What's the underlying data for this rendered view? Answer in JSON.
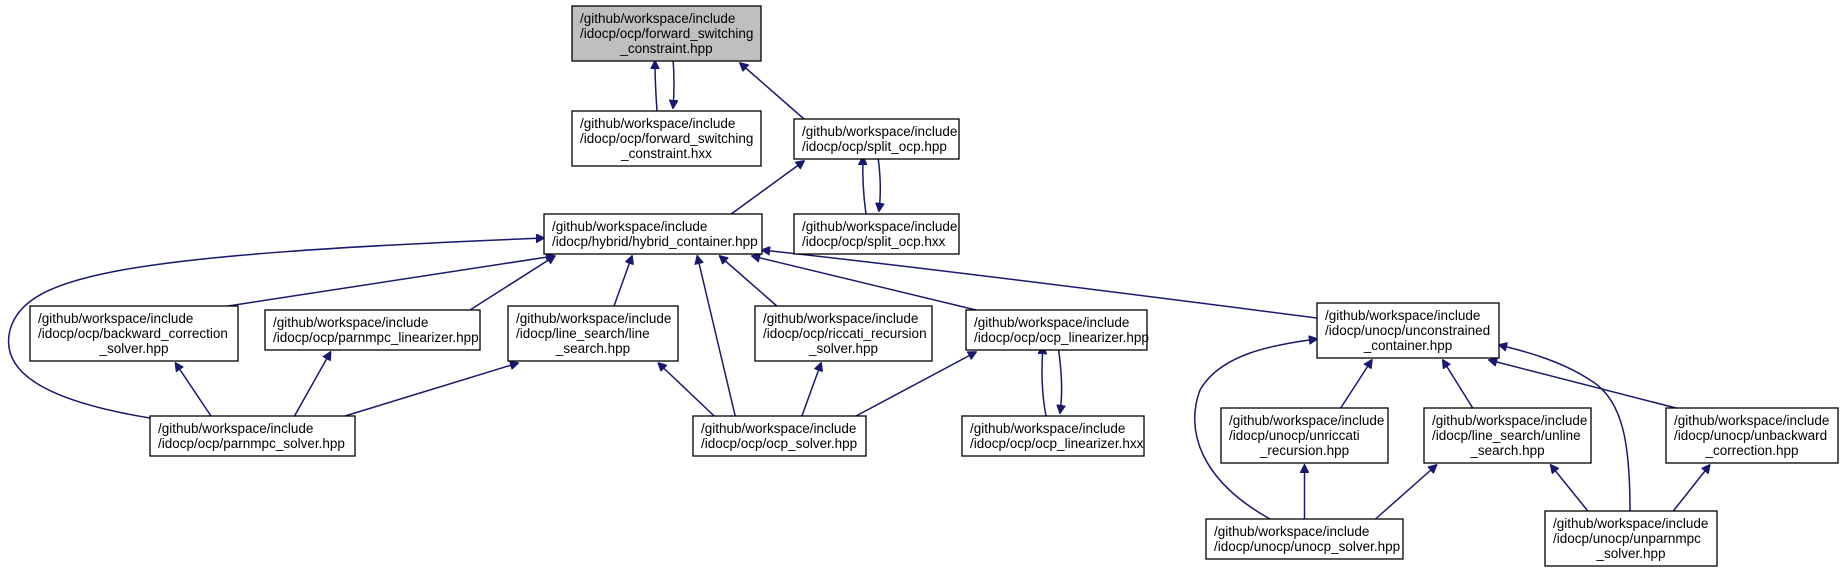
{
  "colors": {
    "focus_fill": "#bfbfbf",
    "node_fill": "#ffffff",
    "node_border": "#000000",
    "edge": "#191970"
  },
  "nodes": [
    {
      "id": "fsc_hpp",
      "focus": true,
      "lines": [
        "/github/workspace/include",
        "/idocp/ocp/forward_switching",
        "_constraint.hpp"
      ]
    },
    {
      "id": "fsc_hxx",
      "lines": [
        "/github/workspace/include",
        "/idocp/ocp/forward_switching",
        "_constraint.hxx"
      ]
    },
    {
      "id": "split_hpp",
      "lines": [
        "/github/workspace/include",
        "/idocp/ocp/split_ocp.hpp"
      ]
    },
    {
      "id": "split_hxx",
      "lines": [
        "/github/workspace/include",
        "/idocp/ocp/split_ocp.hxx"
      ]
    },
    {
      "id": "hybrid",
      "lines": [
        "/github/workspace/include",
        "/idocp/hybrid/hybrid_container.hpp"
      ]
    },
    {
      "id": "backward",
      "lines": [
        "/github/workspace/include",
        "/idocp/ocp/backward_correction",
        "_solver.hpp"
      ]
    },
    {
      "id": "parnmpc_lin",
      "lines": [
        "/github/workspace/include",
        "/idocp/ocp/parnmpc_linearizer.hpp"
      ]
    },
    {
      "id": "line_search",
      "lines": [
        "/github/workspace/include",
        "/idocp/line_search/line",
        "_search.hpp"
      ]
    },
    {
      "id": "riccati",
      "lines": [
        "/github/workspace/include",
        "/idocp/ocp/riccati_recursion",
        "_solver.hpp"
      ]
    },
    {
      "id": "ocp_lin_hpp",
      "lines": [
        "/github/workspace/include",
        "/idocp/ocp/ocp_linearizer.hpp"
      ]
    },
    {
      "id": "unconstrained",
      "lines": [
        "/github/workspace/include",
        "/idocp/unocp/unconstrained",
        "_container.hpp"
      ]
    },
    {
      "id": "parnmpc_solver",
      "lines": [
        "/github/workspace/include",
        "/idocp/ocp/parnmpc_solver.hpp"
      ]
    },
    {
      "id": "ocp_solver",
      "lines": [
        "/github/workspace/include",
        "/idocp/ocp/ocp_solver.hpp"
      ]
    },
    {
      "id": "ocp_lin_hxx",
      "lines": [
        "/github/workspace/include",
        "/idocp/ocp/ocp_linearizer.hxx"
      ]
    },
    {
      "id": "unriccati",
      "lines": [
        "/github/workspace/include",
        "/idocp/unocp/unriccati",
        "_recursion.hpp"
      ]
    },
    {
      "id": "unline",
      "lines": [
        "/github/workspace/include",
        "/idocp/line_search/unline",
        "_search.hpp"
      ]
    },
    {
      "id": "unbackward",
      "lines": [
        "/github/workspace/include",
        "/idocp/unocp/unbackward",
        "_correction.hpp"
      ]
    },
    {
      "id": "unocp_solver",
      "lines": [
        "/github/workspace/include",
        "/idocp/unocp/unocp_solver.hpp"
      ]
    },
    {
      "id": "unparnmpc",
      "lines": [
        "/github/workspace/include",
        "/idocp/unocp/unparnmpc",
        "_solver.hpp"
      ]
    }
  ],
  "edges": [
    {
      "from": "fsc_hxx",
      "to": "fsc_hpp"
    },
    {
      "from": "fsc_hpp",
      "to": "fsc_hxx"
    },
    {
      "from": "split_hpp",
      "to": "fsc_hpp"
    },
    {
      "from": "hybrid",
      "to": "split_hpp"
    },
    {
      "from": "split_hxx",
      "to": "split_hpp"
    },
    {
      "from": "split_hpp",
      "to": "split_hxx"
    },
    {
      "from": "backward",
      "to": "hybrid"
    },
    {
      "from": "parnmpc_lin",
      "to": "hybrid"
    },
    {
      "from": "line_search",
      "to": "hybrid"
    },
    {
      "from": "riccati",
      "to": "hybrid"
    },
    {
      "from": "ocp_lin_hpp",
      "to": "hybrid"
    },
    {
      "from": "unconstrained",
      "to": "hybrid"
    },
    {
      "from": "parnmpc_solver",
      "to": "hybrid"
    },
    {
      "from": "ocp_solver",
      "to": "hybrid"
    },
    {
      "from": "parnmpc_solver",
      "to": "backward"
    },
    {
      "from": "parnmpc_solver",
      "to": "parnmpc_lin"
    },
    {
      "from": "parnmpc_solver",
      "to": "line_search"
    },
    {
      "from": "ocp_solver",
      "to": "line_search"
    },
    {
      "from": "ocp_solver",
      "to": "riccati"
    },
    {
      "from": "ocp_solver",
      "to": "ocp_lin_hpp"
    },
    {
      "from": "ocp_lin_hxx",
      "to": "ocp_lin_hpp"
    },
    {
      "from": "ocp_lin_hpp",
      "to": "ocp_lin_hxx"
    },
    {
      "from": "unriccati",
      "to": "unconstrained"
    },
    {
      "from": "unline",
      "to": "unconstrained"
    },
    {
      "from": "unbackward",
      "to": "unconstrained"
    },
    {
      "from": "unocp_solver",
      "to": "unconstrained"
    },
    {
      "from": "unparnmpc",
      "to": "unconstrained"
    },
    {
      "from": "unocp_solver",
      "to": "unriccati"
    },
    {
      "from": "unocp_solver",
      "to": "unline"
    },
    {
      "from": "unparnmpc",
      "to": "unline"
    },
    {
      "from": "unparnmpc",
      "to": "unbackward"
    }
  ]
}
